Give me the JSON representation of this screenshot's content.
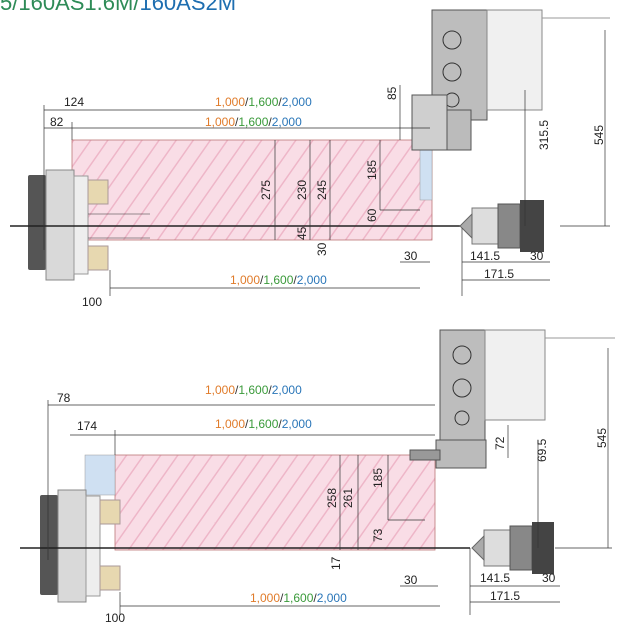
{
  "title": {
    "parts": [
      {
        "text": "5/",
        "color": "#2e8b57"
      },
      {
        "text": "160AS1.6M",
        "color": "#2e8b57"
      },
      {
        "text": "/",
        "color": "#2e8b57"
      },
      {
        "text": "160AS2M",
        "color": "#1e6eb0"
      }
    ]
  },
  "colors": {
    "orange": "#e07b2a",
    "green": "#3a9a3a",
    "blue": "#2a76b8",
    "workpiece_fill": "#f9dde6",
    "workpiece_hatch": "#eeb6c8",
    "chuck_blue": "#cfe0f2",
    "line": "#333333"
  },
  "lengths": {
    "v1": "1,000",
    "v2": "1,600",
    "v3": "2,000",
    "sep": "/"
  },
  "top": {
    "dims": {
      "d124": "124",
      "d82": "82",
      "d85": "85",
      "d275": "275",
      "d230": "230",
      "d245": "245",
      "d185": "185",
      "d60": "60",
      "d45": "45",
      "d30v": "30",
      "d30h": "30",
      "d315_5": "315.5",
      "d545": "545",
      "d141_5": "141.5",
      "d30r": "30",
      "d171_5": "171.5",
      "d100": "100"
    }
  },
  "bottom": {
    "dims": {
      "d78": "78",
      "d174": "174",
      "d258": "258",
      "d261": "261",
      "d185": "185",
      "d73": "73",
      "d17": "17",
      "d30h": "30",
      "d72": "72",
      "d69_5": "69.5",
      "d545": "545",
      "d141_5": "141.5",
      "d30r": "30",
      "d171_5": "171.5",
      "d100": "100"
    }
  }
}
